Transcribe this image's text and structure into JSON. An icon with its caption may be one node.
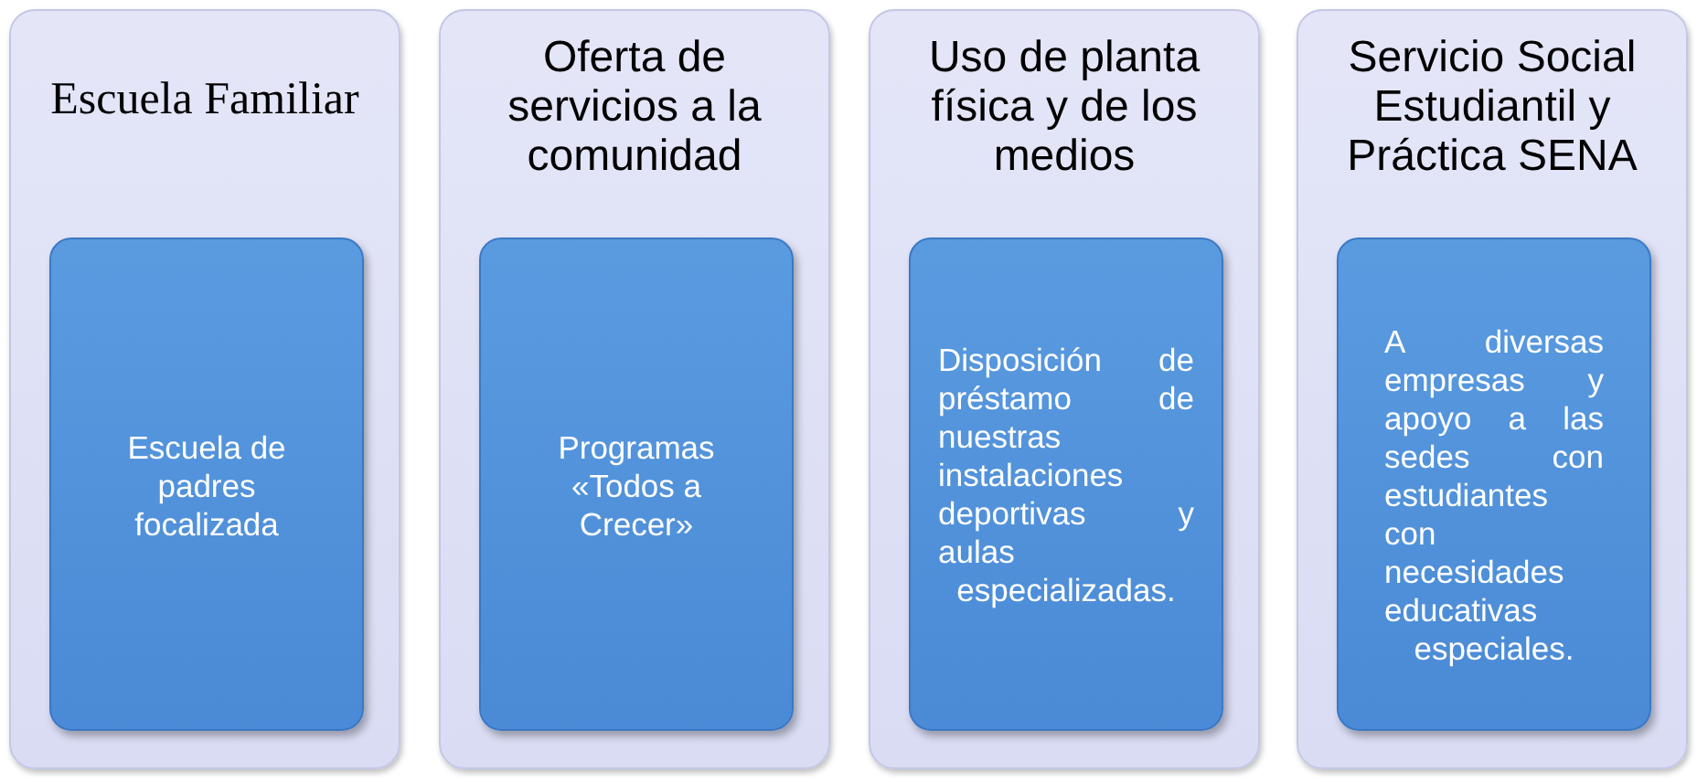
{
  "diagram": {
    "nodes": [
      {
        "text": [
          "Escuela Familiar"
        ]
      },
      {
        "text": [
          "Escuela de padres focalizada"
        ],
        "in": 0
      },
      {
        "text": [
          "Oferta de servicios a la comunidad"
        ]
      },
      {
        "text": [
          "Programas «Todos a Crecer»"
        ],
        "in": 2
      },
      {
        "text": [
          "Uso de planta física y de los medios"
        ]
      },
      {
        "text": [
          "Disposición de préstamo de nuestras instalaciones deportivas y aulas especializadas."
        ],
        "in": 4
      },
      {
        "text": [
          "Servicio Social Estudiantil y Práctica SENA"
        ]
      },
      {
        "text": [
          "A diversas empresas y apoyo a las sedes con estudiantes con necesidades educativas especiales."
        ],
        "in": 6
      }
    ]
  }
}
